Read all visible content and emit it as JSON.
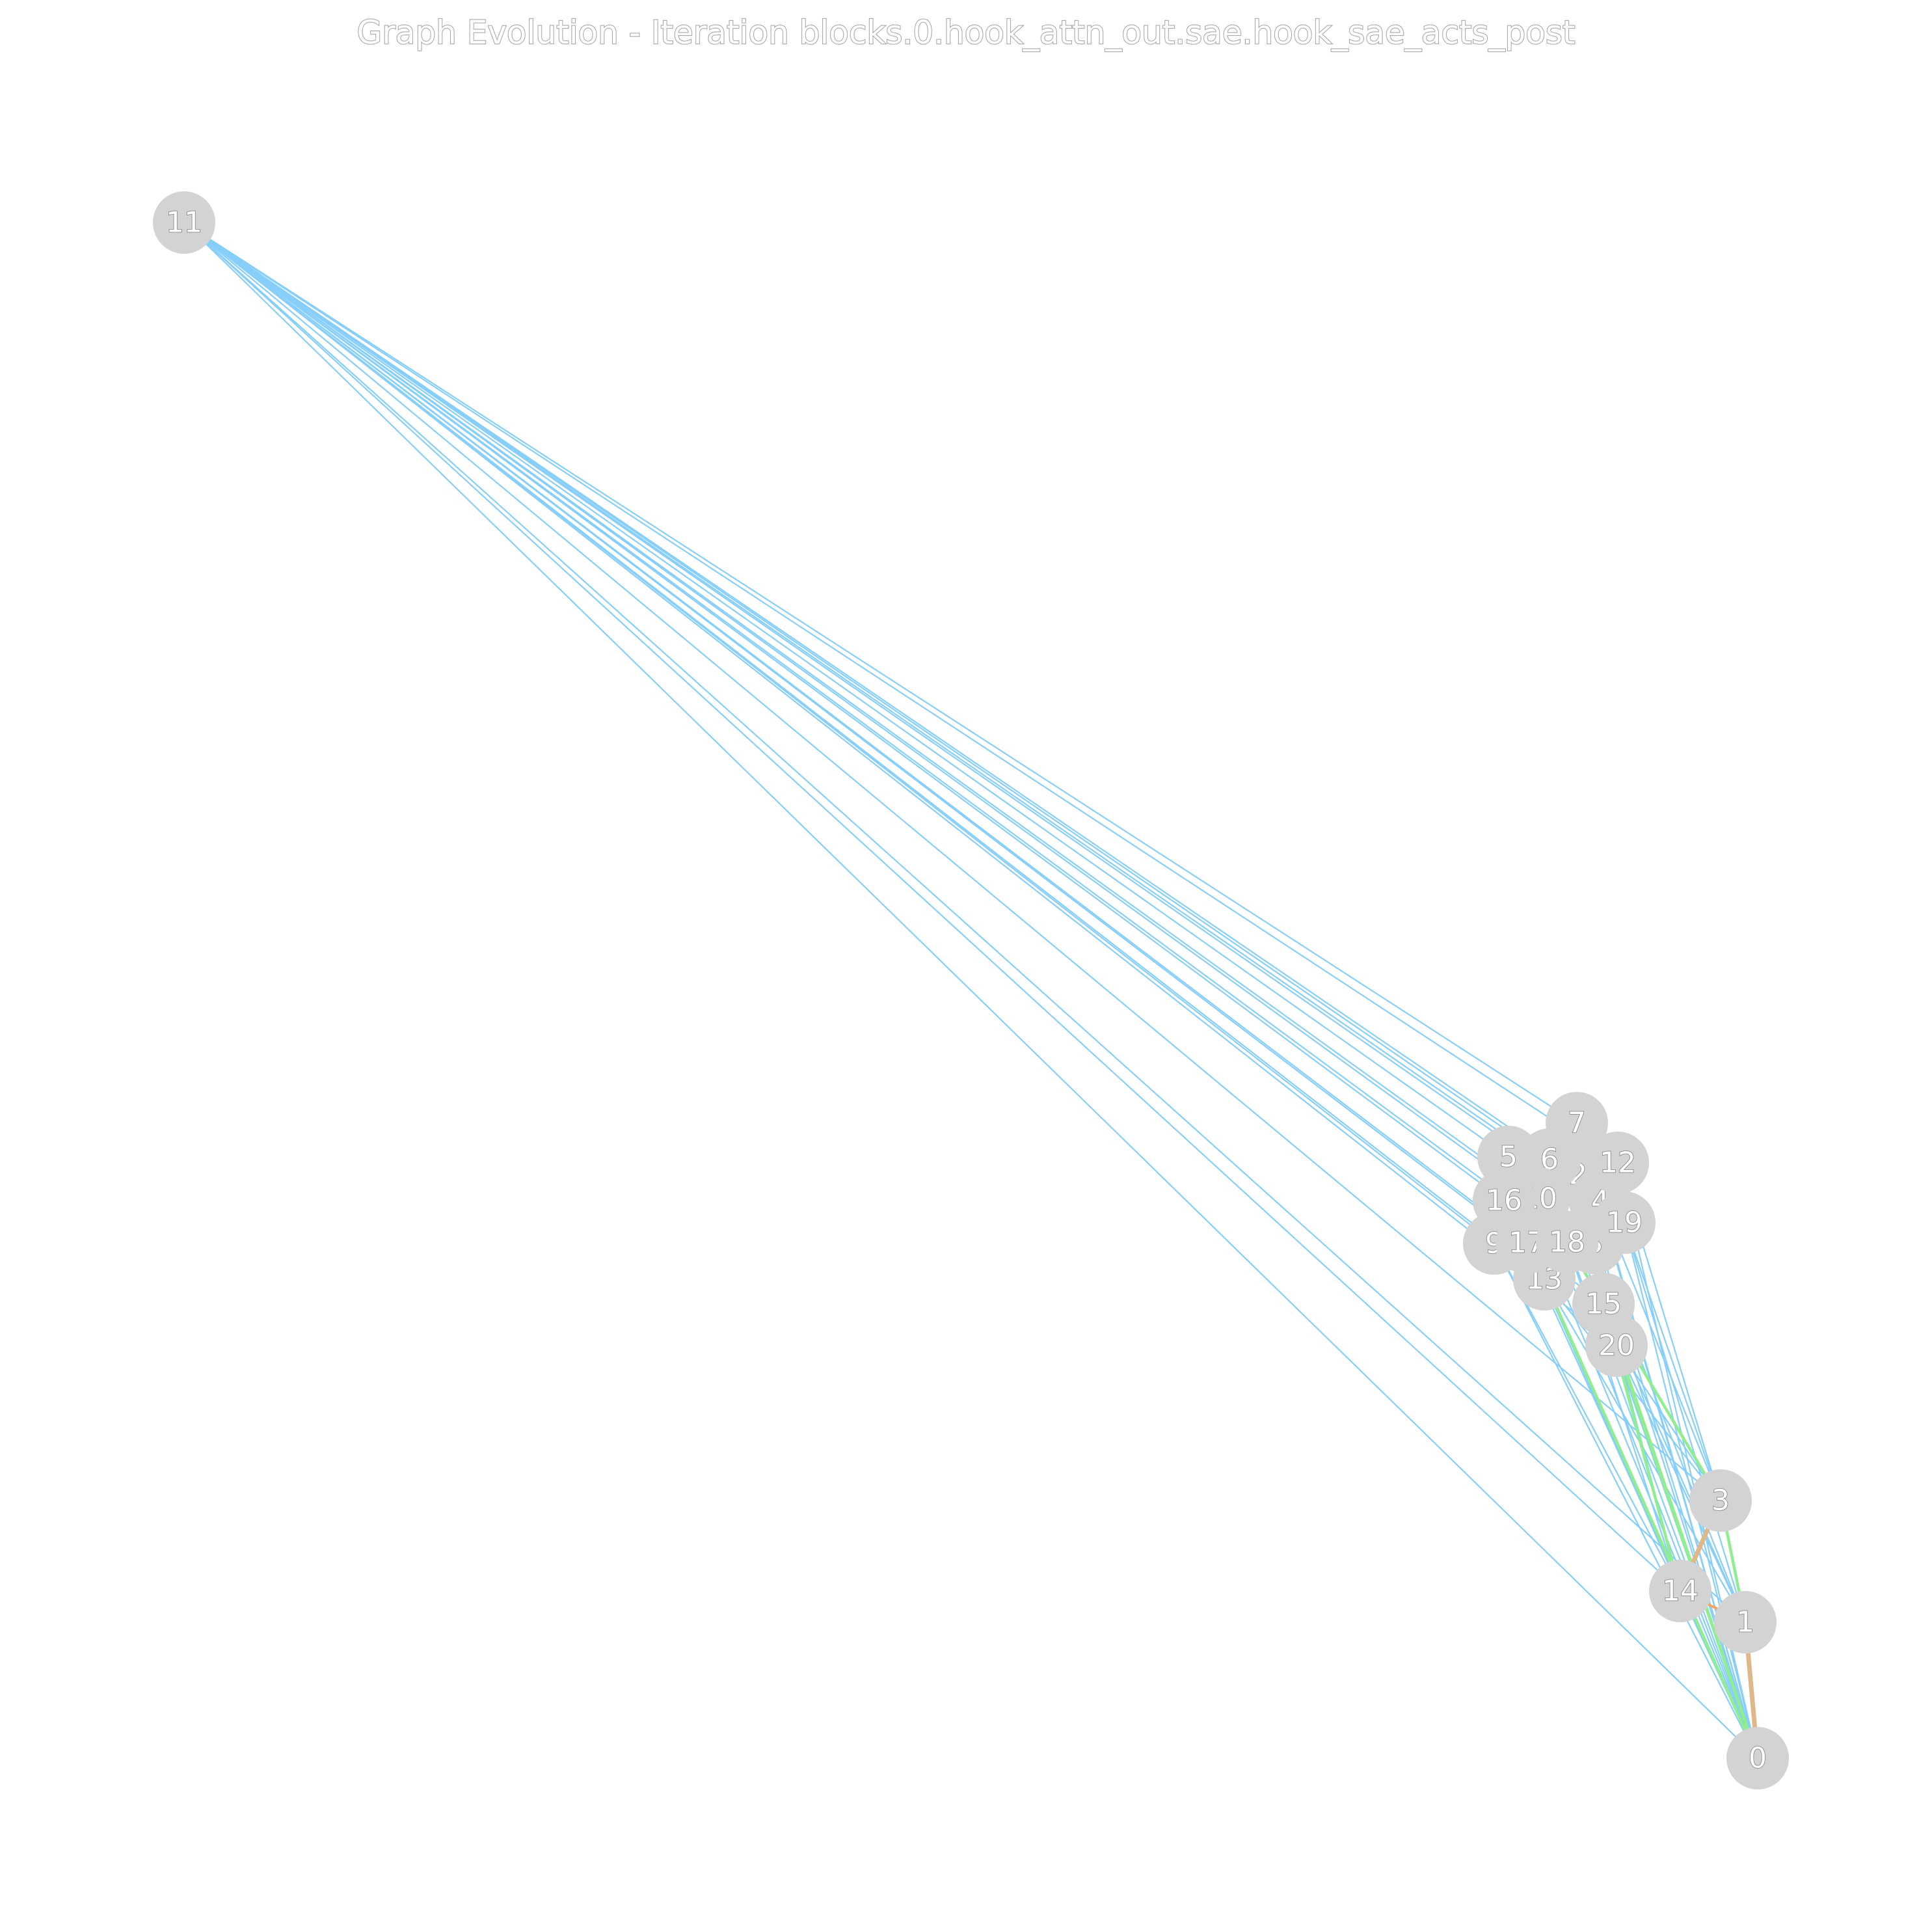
{
  "title": "Graph Evolution - Iteration blocks.0.hook_attn_out.sae.hook_sae_acts_post",
  "colors": {
    "node_fill": "#d3d3d3",
    "edge_blue": "#87cefa",
    "edge_green": "#90ee90",
    "edge_tan": "#deb887",
    "edge_orange": "#f4a460",
    "background": "#ffffff"
  },
  "nodes": [
    {
      "id": "0",
      "label": "0"
    },
    {
      "id": "1",
      "label": "1"
    },
    {
      "id": "2",
      "label": "2"
    },
    {
      "id": "3",
      "label": "3"
    },
    {
      "id": "4",
      "label": "4"
    },
    {
      "id": "5",
      "label": "5"
    },
    {
      "id": "6",
      "label": "6"
    },
    {
      "id": "7",
      "label": "7"
    },
    {
      "id": "8",
      "label": "8"
    },
    {
      "id": "9",
      "label": "9"
    },
    {
      "id": "10",
      "label": "10"
    },
    {
      "id": "11",
      "label": "11"
    },
    {
      "id": "12",
      "label": "12"
    },
    {
      "id": "13",
      "label": "13"
    },
    {
      "id": "14",
      "label": "14"
    },
    {
      "id": "15",
      "label": "15"
    },
    {
      "id": "16",
      "label": "16"
    },
    {
      "id": "17",
      "label": "17"
    },
    {
      "id": "18",
      "label": "18"
    },
    {
      "id": "19",
      "label": "19"
    },
    {
      "id": "20",
      "label": "20"
    }
  ],
  "edges": [
    {
      "source": "11",
      "target": "0",
      "color": "blue"
    },
    {
      "source": "11",
      "target": "1",
      "color": "blue"
    },
    {
      "source": "11",
      "target": "2",
      "color": "blue"
    },
    {
      "source": "11",
      "target": "3",
      "color": "blue"
    },
    {
      "source": "11",
      "target": "4",
      "color": "blue"
    },
    {
      "source": "11",
      "target": "5",
      "color": "blue"
    },
    {
      "source": "11",
      "target": "6",
      "color": "blue"
    },
    {
      "source": "11",
      "target": "7",
      "color": "blue"
    },
    {
      "source": "11",
      "target": "8",
      "color": "blue"
    },
    {
      "source": "11",
      "target": "9",
      "color": "blue"
    },
    {
      "source": "11",
      "target": "10",
      "color": "blue"
    },
    {
      "source": "11",
      "target": "12",
      "color": "blue"
    },
    {
      "source": "11",
      "target": "13",
      "color": "blue"
    },
    {
      "source": "11",
      "target": "14",
      "color": "blue"
    },
    {
      "source": "11",
      "target": "15",
      "color": "blue"
    },
    {
      "source": "11",
      "target": "16",
      "color": "blue"
    },
    {
      "source": "11",
      "target": "17",
      "color": "blue"
    },
    {
      "source": "11",
      "target": "18",
      "color": "blue"
    },
    {
      "source": "11",
      "target": "19",
      "color": "blue"
    },
    {
      "source": "11",
      "target": "20",
      "color": "blue"
    },
    {
      "source": "0",
      "target": "2",
      "color": "blue"
    },
    {
      "source": "0",
      "target": "4",
      "color": "blue"
    },
    {
      "source": "0",
      "target": "5",
      "color": "blue"
    },
    {
      "source": "0",
      "target": "6",
      "color": "blue"
    },
    {
      "source": "0",
      "target": "7",
      "color": "blue"
    },
    {
      "source": "0",
      "target": "8",
      "color": "blue"
    },
    {
      "source": "0",
      "target": "9",
      "color": "blue"
    },
    {
      "source": "0",
      "target": "10",
      "color": "blue"
    },
    {
      "source": "0",
      "target": "12",
      "color": "blue"
    },
    {
      "source": "0",
      "target": "13",
      "color": "green"
    },
    {
      "source": "0",
      "target": "14",
      "color": "blue"
    },
    {
      "source": "0",
      "target": "15",
      "color": "green"
    },
    {
      "source": "0",
      "target": "16",
      "color": "blue"
    },
    {
      "source": "0",
      "target": "17",
      "color": "blue"
    },
    {
      "source": "0",
      "target": "18",
      "color": "blue"
    },
    {
      "source": "0",
      "target": "19",
      "color": "blue"
    },
    {
      "source": "0",
      "target": "20",
      "color": "green"
    },
    {
      "source": "0",
      "target": "1",
      "color": "tan"
    },
    {
      "source": "1",
      "target": "3",
      "color": "green"
    },
    {
      "source": "1",
      "target": "13",
      "color": "blue"
    },
    {
      "source": "1",
      "target": "15",
      "color": "blue"
    },
    {
      "source": "1",
      "target": "19",
      "color": "blue"
    },
    {
      "source": "1",
      "target": "20",
      "color": "blue"
    },
    {
      "source": "1",
      "target": "8",
      "color": "blue"
    },
    {
      "source": "1",
      "target": "14",
      "color": "orange"
    },
    {
      "source": "3",
      "target": "14",
      "color": "tan"
    },
    {
      "source": "3",
      "target": "15",
      "color": "green"
    },
    {
      "source": "3",
      "target": "19",
      "color": "blue"
    },
    {
      "source": "3",
      "target": "12",
      "color": "blue"
    },
    {
      "source": "3",
      "target": "4",
      "color": "blue"
    },
    {
      "source": "3",
      "target": "20",
      "color": "blue"
    },
    {
      "source": "3",
      "target": "13",
      "color": "blue"
    },
    {
      "source": "14",
      "target": "13",
      "color": "blue"
    },
    {
      "source": "14",
      "target": "17",
      "color": "blue"
    },
    {
      "source": "14",
      "target": "9",
      "color": "blue"
    },
    {
      "source": "14",
      "target": "18",
      "color": "blue"
    },
    {
      "source": "14",
      "target": "15",
      "color": "green"
    },
    {
      "source": "14",
      "target": "20",
      "color": "blue"
    },
    {
      "source": "13",
      "target": "18",
      "color": "orange"
    },
    {
      "source": "18",
      "target": "15",
      "color": "green"
    },
    {
      "source": "2",
      "target": "18",
      "color": "orange"
    }
  ]
}
